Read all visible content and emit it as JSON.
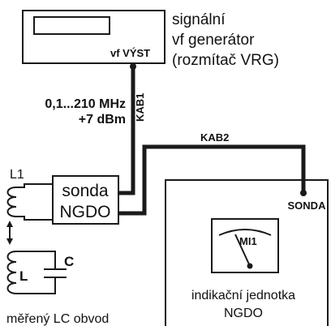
{
  "generator": {
    "label_lines": [
      "signální",
      "vf generátor",
      "(rozmítač VRG)"
    ],
    "output_label": "vf VÝST"
  },
  "cable1": {
    "label": "KAB1",
    "freq": "0,1...210 MHz",
    "power": "+7 dBm"
  },
  "cable2": {
    "label": "KAB2"
  },
  "probe": {
    "line1": "sonda",
    "line2": "NGDO"
  },
  "coil_l1": {
    "label": "L1"
  },
  "coil_l": {
    "label": "L"
  },
  "capacitor": {
    "label": "C"
  },
  "measured_circuit": {
    "label": "měřený LC obvod"
  },
  "indicator": {
    "input_label": "SONDA",
    "meter_label": "MI1",
    "name_line1": "indikační jednotka",
    "name_line2": "NGDO"
  },
  "icons": {
    "coupling": "double-arrow-icon",
    "meter": "meter-icon"
  }
}
